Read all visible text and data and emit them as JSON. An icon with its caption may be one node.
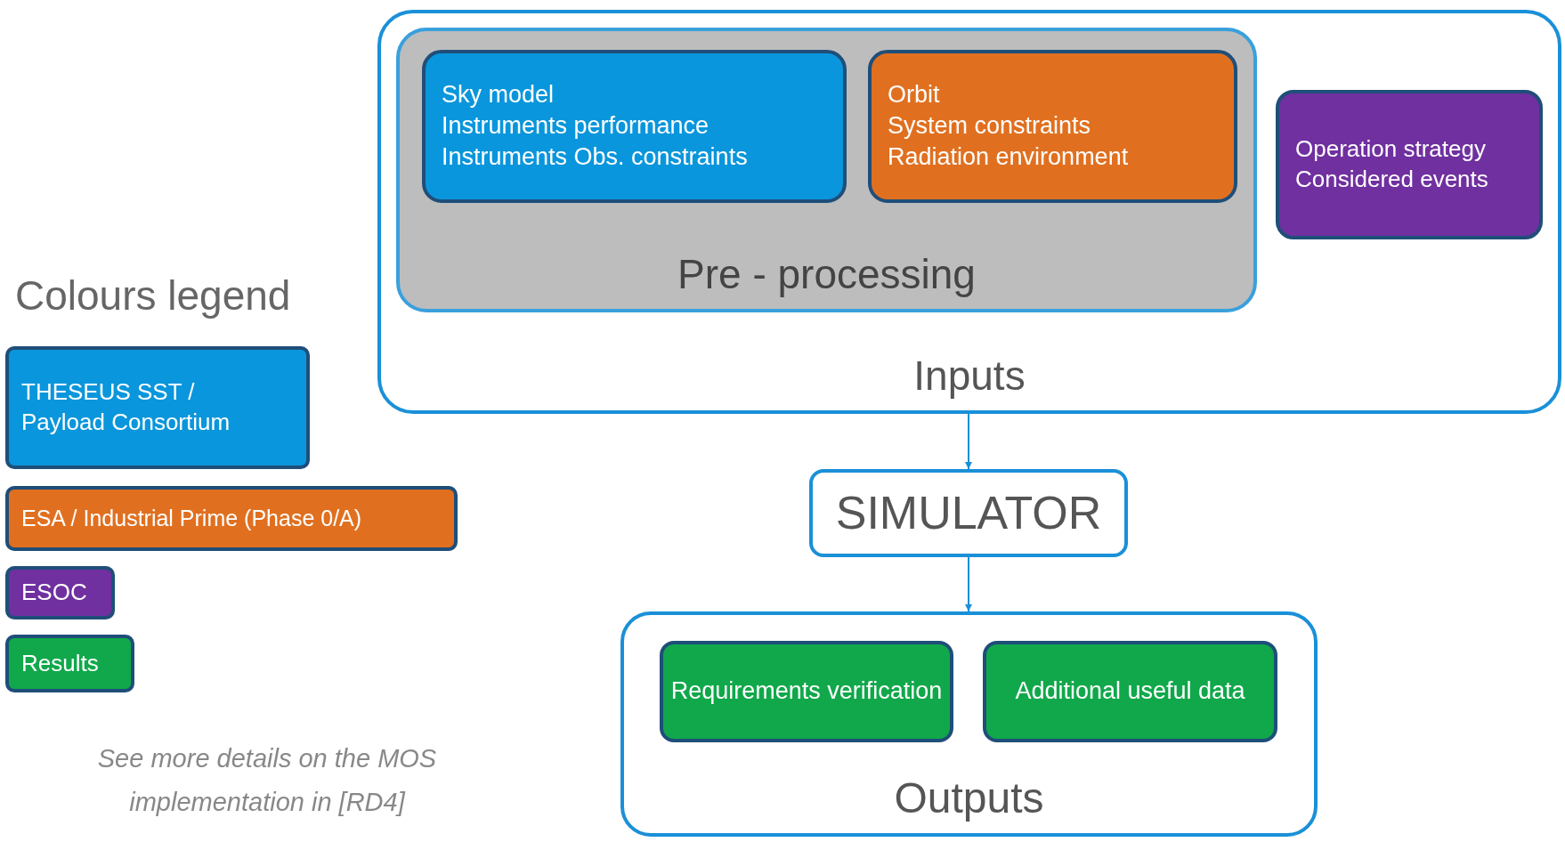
{
  "diagram": {
    "nodes": [
      {
        "text": [
          "Inputs"
        ]
      },
      {
        "text": [
          "Pre - processing"
        ],
        "in": 0
      },
      {
        "text": [
          "Sky model",
          "Instruments performance",
          "Instruments Obs. constraints"
        ],
        "in": 1
      },
      {
        "text": [
          "Orbit",
          "System constraints",
          "Radiation environment"
        ],
        "in": 1
      },
      {
        "text": [
          "Operation strategy",
          "Considered events"
        ],
        "in": 0
      },
      {
        "text": [
          "SIMULATOR"
        ]
      },
      {
        "text": [
          "Outputs"
        ]
      },
      {
        "text": [
          "Requirements verification"
        ],
        "in": 6
      },
      {
        "text": [
          "Additional useful data"
        ],
        "in": 6
      }
    ],
    "edges": [
      {
        "from": 0,
        "to": 5,
        "arrow": "to"
      },
      {
        "from": 5,
        "to": 6,
        "arrow": "to"
      }
    ],
    "labels": [
      "Colours legend",
      "See more details on the MOS implementation in [RD4]"
    ],
    "legend": [
      {
        "text": "THESEUS SST / Payload Consortium",
        "color": "#0a96dc"
      },
      {
        "text": "ESA / Industrial Prime (Phase 0/A)",
        "color": "#e07020"
      },
      {
        "text": "ESOC",
        "color": "#7030a0"
      },
      {
        "text": "Results",
        "color": "#10a84a"
      }
    ]
  }
}
